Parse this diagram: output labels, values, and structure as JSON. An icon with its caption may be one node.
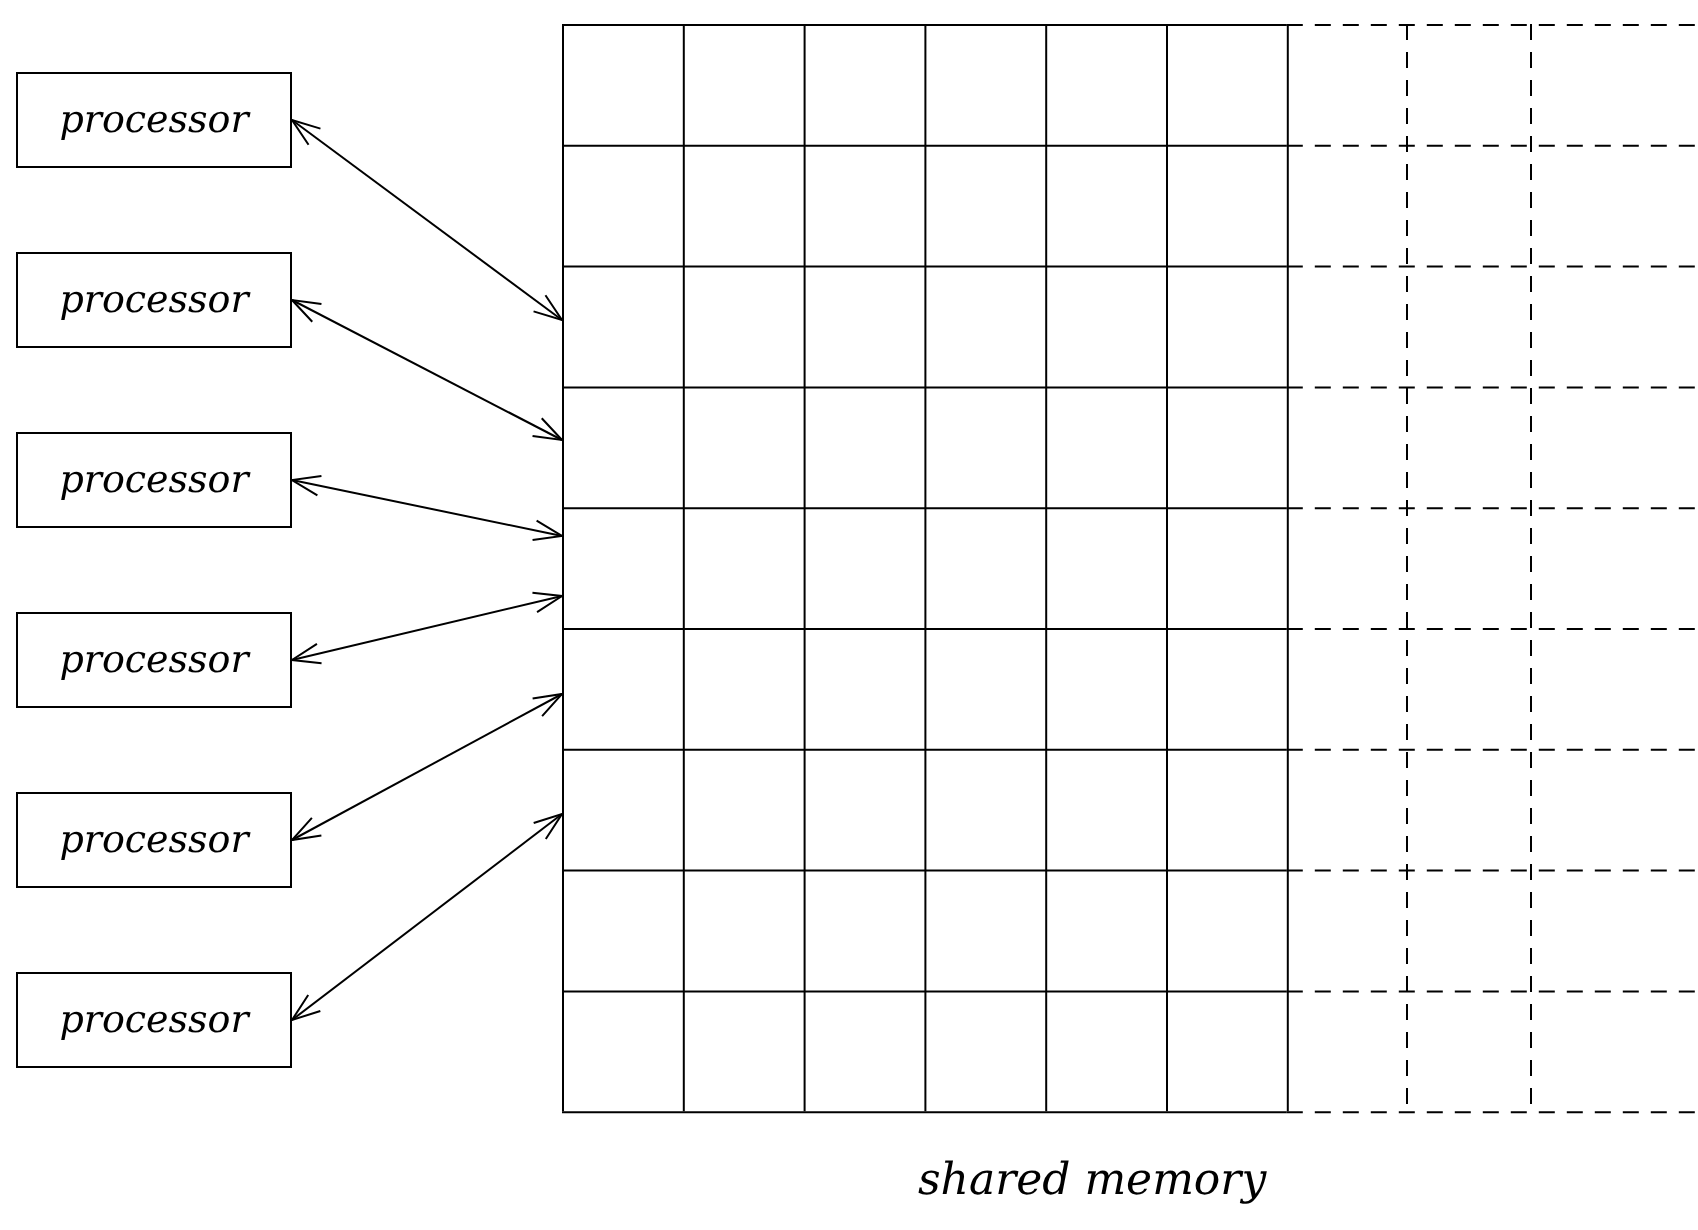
{
  "diagram": {
    "nodes": [
      {
        "text": [
          "processor"
        ]
      },
      {
        "text": [
          "processor"
        ]
      },
      {
        "text": [
          "processor"
        ]
      },
      {
        "text": [
          "processor"
        ]
      },
      {
        "text": [
          "processor"
        ]
      },
      {
        "text": [
          "processor"
        ]
      },
      {
        "text": [
          "shared memory"
        ]
      }
    ],
    "edges": [
      {
        "from": 0,
        "to": 6,
        "arrow": "both"
      },
      {
        "from": 1,
        "to": 6,
        "arrow": "both"
      },
      {
        "from": 2,
        "to": 6,
        "arrow": "both"
      },
      {
        "from": 3,
        "to": 6,
        "arrow": "both"
      },
      {
        "from": 4,
        "to": 6,
        "arrow": "both"
      },
      {
        "from": 5,
        "to": 6,
        "arrow": "both"
      }
    ]
  }
}
